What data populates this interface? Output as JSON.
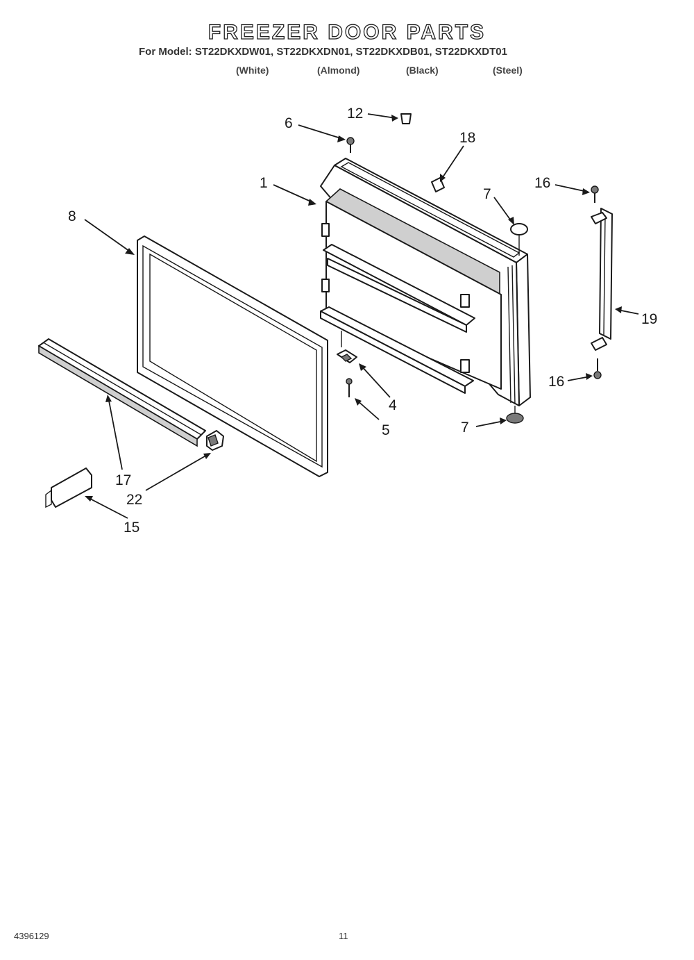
{
  "header": {
    "title": "FREEZER DOOR PARTS",
    "models_line": "For Model: ST22DKXDW01, ST22DKXDN01, ST22DKXDB01, ST22DKXDT01",
    "colors": [
      "(White)",
      "(Almond)",
      "(Black)",
      "(Steel)"
    ]
  },
  "footer": {
    "doc_number": "4396129",
    "page_number": "11"
  },
  "callouts": {
    "c1": "1",
    "c4": "4",
    "c5": "5",
    "c6": "6",
    "c7a": "7",
    "c7b": "7",
    "c8": "8",
    "c12": "12",
    "c15": "15",
    "c16a": "16",
    "c16b": "16",
    "c17": "17",
    "c18": "18",
    "c19": "19",
    "c22": "22"
  }
}
